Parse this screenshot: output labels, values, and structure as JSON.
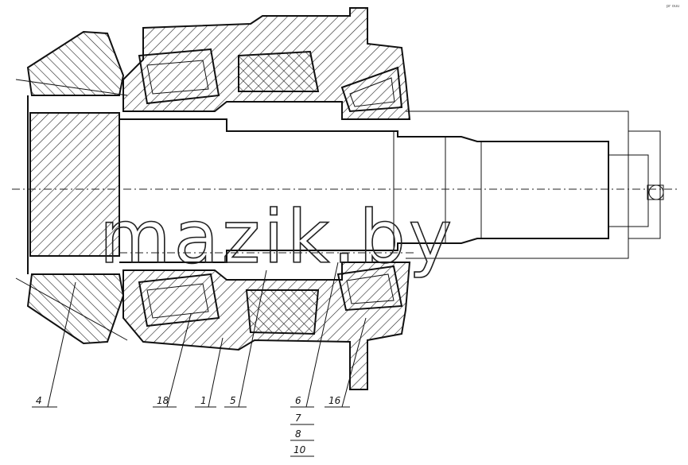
{
  "watermark": "mazik.by",
  "corner_mark": "pr ouu",
  "callouts": [
    "4",
    "18",
    "1",
    "5",
    "6",
    "7",
    "8",
    "10",
    "16"
  ]
}
